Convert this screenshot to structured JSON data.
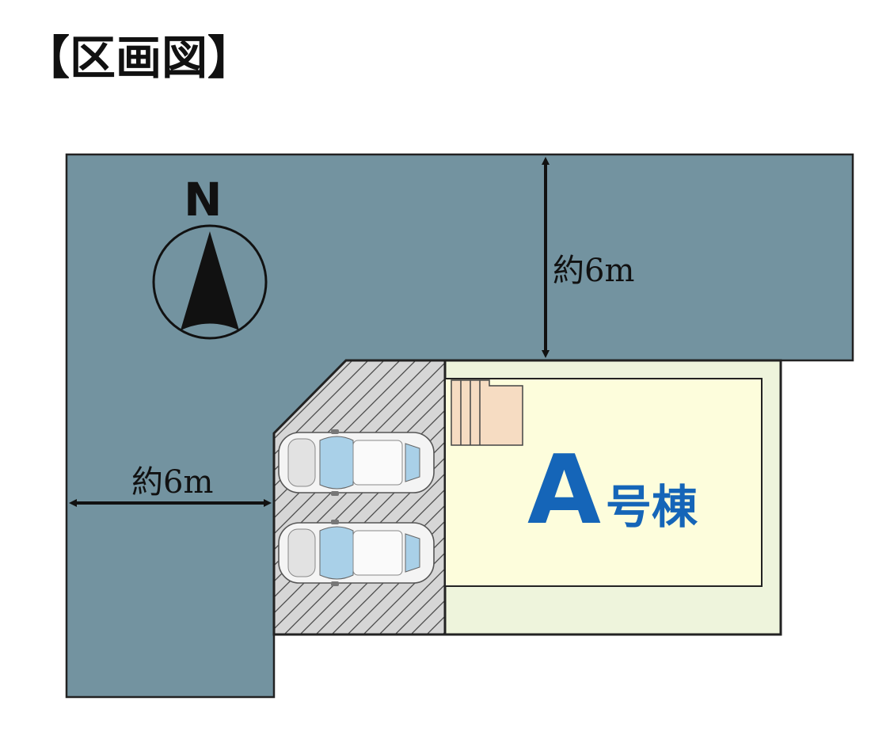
{
  "title": "【区画図】",
  "compass": {
    "label": "N",
    "icon": "north-arrow-icon"
  },
  "dimensions": {
    "road_north_width": "約6m",
    "road_west_width": "約6m"
  },
  "building": {
    "letter": "A",
    "suffix": "号棟"
  },
  "parking": {
    "cars": 2,
    "icon": "car-icon"
  },
  "colors": {
    "road": "#7393a0",
    "parking_bg": "#d6d6d6",
    "garden": "#eef4dc",
    "building_fill": "#fdfddc",
    "stairs": "#f6dcc2",
    "building_label": "#1565b8",
    "outline": "#222222"
  }
}
